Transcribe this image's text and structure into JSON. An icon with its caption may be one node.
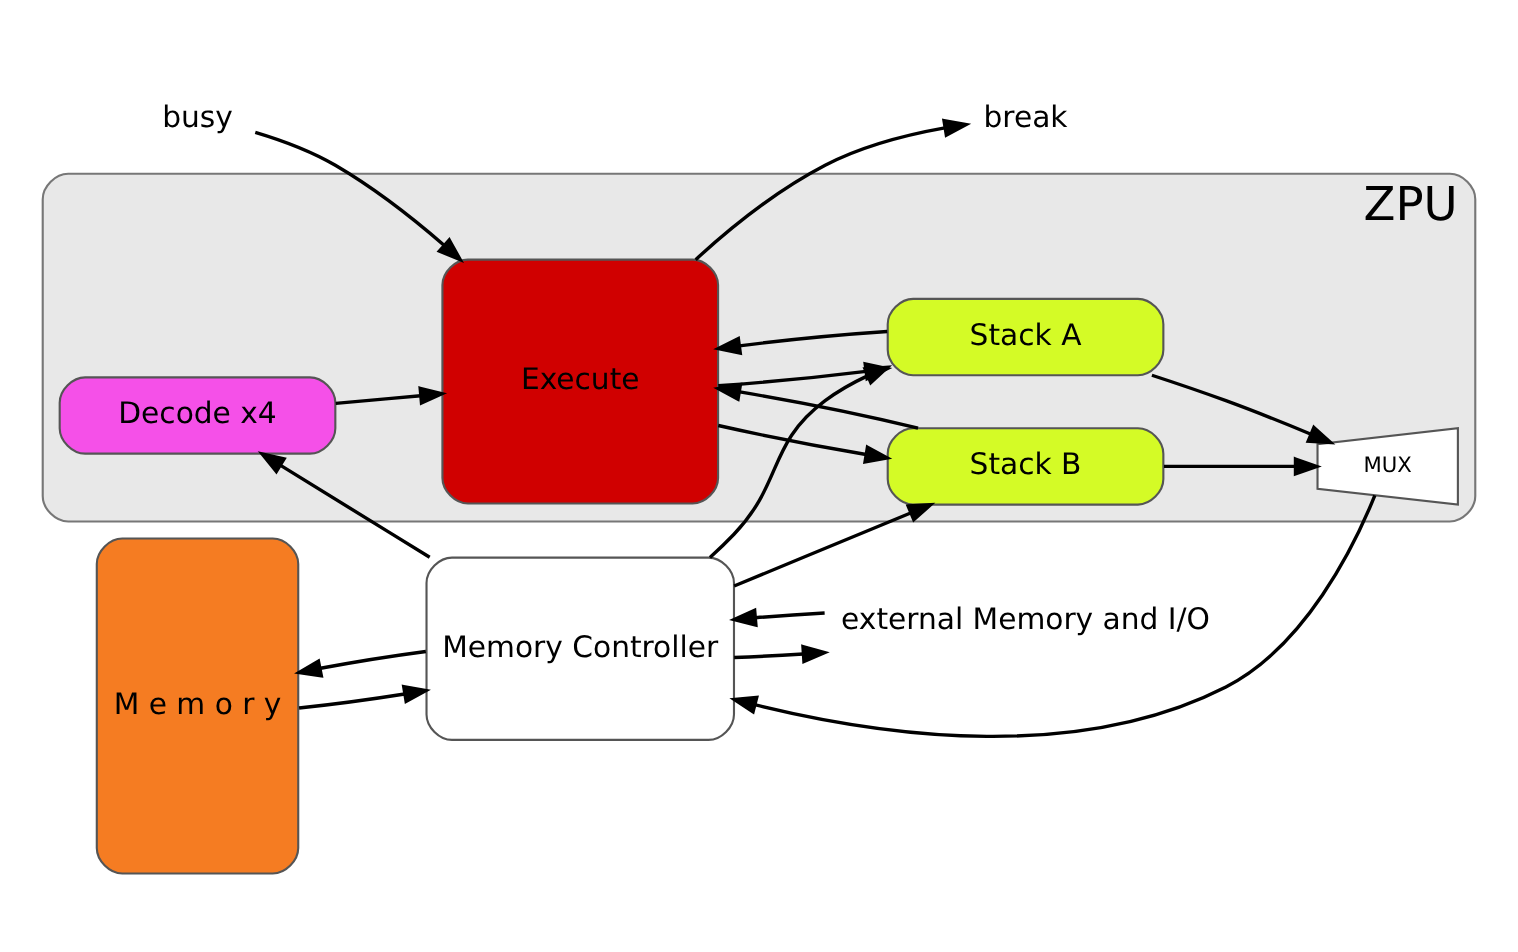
{
  "diagram": {
    "nodes": [
      {
        "text": [
          "M e m o r y"
        ]
      },
      {
        "text": [
          "Memory Controller"
        ]
      },
      {
        "text": [
          "ZPU"
        ]
      },
      {
        "text": [
          "Decode x4"
        ],
        "in": 2
      },
      {
        "text": [
          "Stack A"
        ],
        "in": 2
      },
      {
        "text": [
          "Stack B"
        ],
        "in": 2
      },
      {
        "text": [
          "Execute"
        ],
        "in": 2
      },
      {
        "text": [
          "MUX"
        ],
        "in": 2
      },
      {
        "text": [
          "external Memory and I/O"
        ]
      },
      {
        "text": [
          "busy"
        ]
      },
      {
        "text": [
          "break"
        ]
      }
    ],
    "edges": [
      {
        "from": 1,
        "to": 0,
        "arrow": "to"
      },
      {
        "from": 0,
        "to": 1,
        "arrow": "to"
      },
      {
        "from": 1,
        "to": 3,
        "arrow": "to"
      },
      {
        "from": 1,
        "to": 4,
        "arrow": "to"
      },
      {
        "from": 1,
        "to": 5,
        "arrow": "to"
      },
      {
        "from": 3,
        "to": 6,
        "arrow": "to"
      },
      {
        "from": 4,
        "to": 6,
        "arrow": "to"
      },
      {
        "from": 5,
        "to": 6,
        "arrow": "to"
      },
      {
        "from": 6,
        "to": 4,
        "arrow": "to"
      },
      {
        "from": 6,
        "to": 5,
        "arrow": "to"
      },
      {
        "from": 4,
        "to": 7,
        "arrow": "to"
      },
      {
        "from": 5,
        "to": 7,
        "arrow": "to"
      },
      {
        "from": 7,
        "to": 1,
        "arrow": "to"
      },
      {
        "from": 1,
        "to": 8,
        "arrow": "to"
      },
      {
        "from": 8,
        "to": 1,
        "arrow": "to"
      },
      {
        "from": 9,
        "to": 6,
        "arrow": "to"
      },
      {
        "from": 6,
        "to": 10,
        "arrow": "to"
      }
    ]
  }
}
